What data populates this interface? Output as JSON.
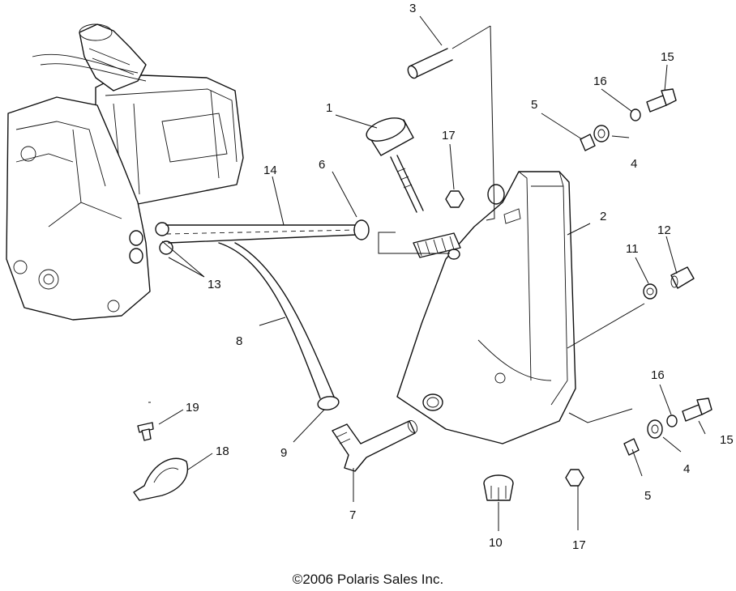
{
  "callouts": {
    "c1": "1",
    "c2": "2",
    "c3": "3",
    "c4a": "4",
    "c4b": "4",
    "c5a": "5",
    "c5b": "5",
    "c6": "6",
    "c7": "7",
    "c8": "8",
    "c9": "9",
    "c10": "10",
    "c11": "11",
    "c12": "12",
    "c13": "13",
    "c14": "14",
    "c15a": "15",
    "c15b": "15",
    "c16a": "16",
    "c16b": "16",
    "c17a": "17",
    "c17b": "17",
    "c18": "18",
    "c19": "19"
  },
  "copyright": "©2006 Polaris Sales Inc."
}
